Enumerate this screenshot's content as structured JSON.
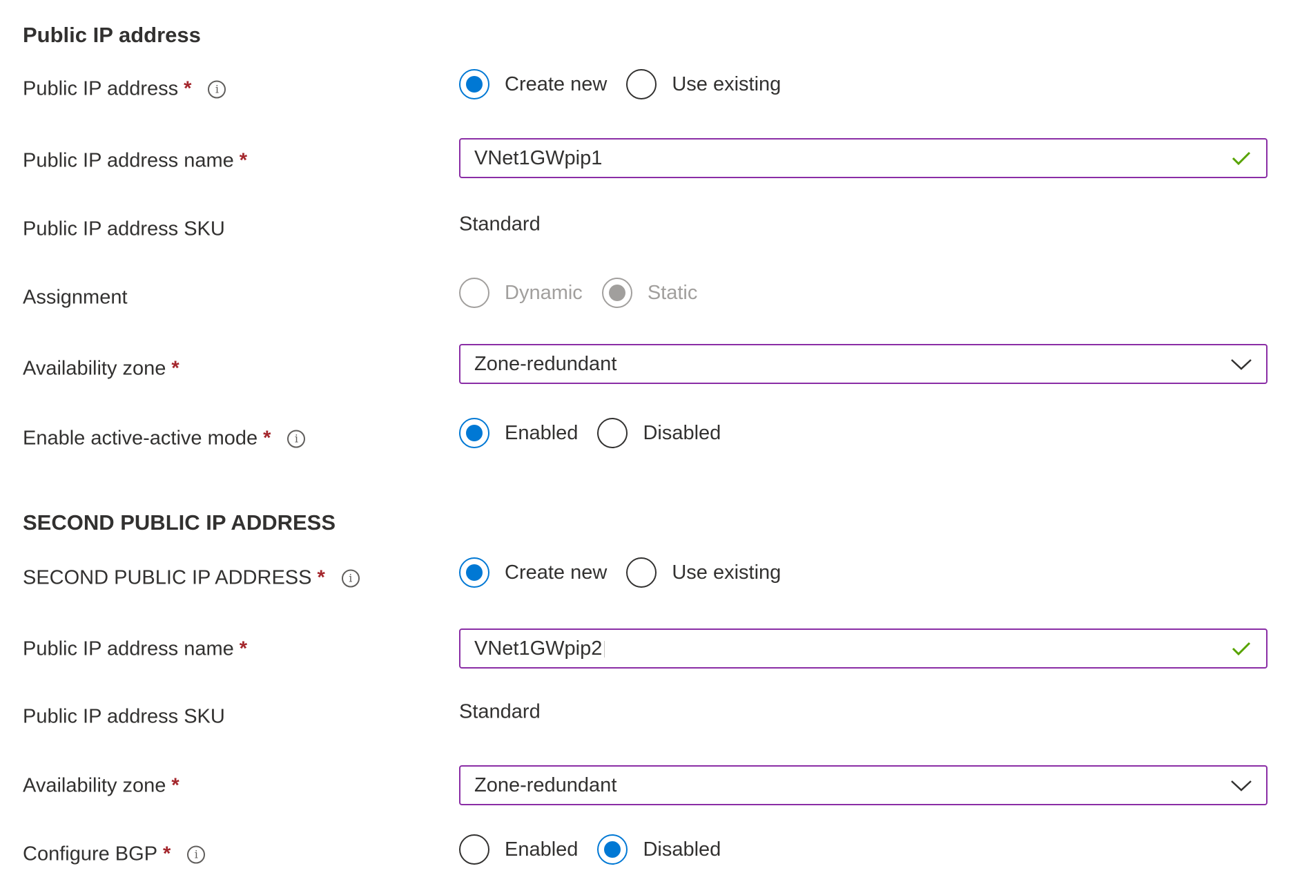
{
  "colors": {
    "accent": "#0078d4",
    "field_border": "#8a2da5",
    "required": "#a4262c",
    "valid_check": "#57a300",
    "disabled": "#a19f9d",
    "text": "#323130"
  },
  "section1": {
    "title": "Public IP address",
    "public_ip": {
      "label": "Public IP address",
      "required": "*",
      "info_icon": "i",
      "options": [
        {
          "label": "Create new",
          "checked": true
        },
        {
          "label": "Use existing",
          "checked": false
        }
      ]
    },
    "ip_name": {
      "label": "Public IP address name",
      "required": "*",
      "value": "VNet1GWpip1",
      "status_icon": "checkmark-icon"
    },
    "sku": {
      "label": "Public IP address SKU",
      "value": "Standard"
    },
    "assignment": {
      "label": "Assignment",
      "disabled": true,
      "options": [
        {
          "label": "Dynamic",
          "checked": false
        },
        {
          "label": "Static",
          "checked": true
        }
      ]
    },
    "availability_zone": {
      "label": "Availability zone",
      "required": "*",
      "value": "Zone-redundant",
      "icon": "chevron-down-icon"
    },
    "active_active": {
      "label": "Enable active-active mode",
      "required": "*",
      "info_icon": "i",
      "options": [
        {
          "label": "Enabled",
          "checked": true
        },
        {
          "label": "Disabled",
          "checked": false
        }
      ]
    }
  },
  "section2": {
    "title": "SECOND PUBLIC IP ADDRESS",
    "second_ip": {
      "label": "SECOND PUBLIC IP ADDRESS",
      "required": "*",
      "info_icon": "i",
      "options": [
        {
          "label": "Create new",
          "checked": true
        },
        {
          "label": "Use existing",
          "checked": false
        }
      ]
    },
    "ip_name": {
      "label": "Public IP address name",
      "required": "*",
      "value": "VNet1GWpip2",
      "status_icon": "checkmark-icon"
    },
    "sku": {
      "label": "Public IP address SKU",
      "value": "Standard"
    },
    "availability_zone": {
      "label": "Availability zone",
      "required": "*",
      "value": "Zone-redundant",
      "icon": "chevron-down-icon"
    },
    "bgp": {
      "label": "Configure BGP",
      "required": "*",
      "info_icon": "i",
      "options": [
        {
          "label": "Enabled",
          "checked": false
        },
        {
          "label": "Disabled",
          "checked": true
        }
      ]
    }
  }
}
